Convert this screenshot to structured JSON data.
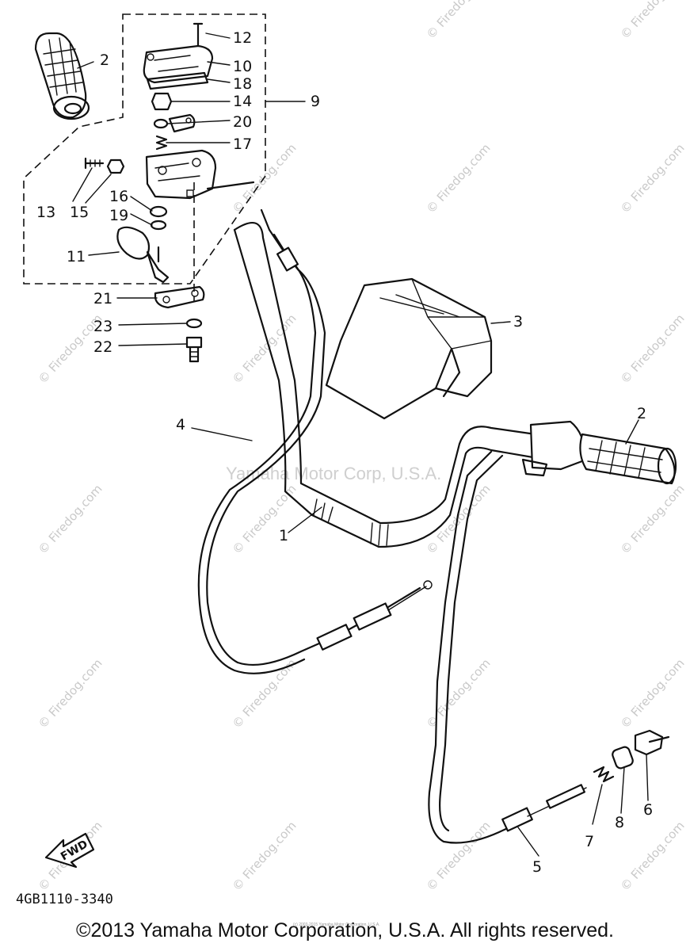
{
  "parts": [
    {
      "ref": "1",
      "label": "1"
    },
    {
      "ref": "2",
      "label": "2"
    },
    {
      "ref": "3",
      "label": "3"
    },
    {
      "ref": "4",
      "label": "4"
    },
    {
      "ref": "5",
      "label": "5"
    },
    {
      "ref": "6",
      "label": "6"
    },
    {
      "ref": "7",
      "label": "7"
    },
    {
      "ref": "8",
      "label": "8"
    },
    {
      "ref": "9",
      "label": "9"
    },
    {
      "ref": "10",
      "label": "10"
    },
    {
      "ref": "11",
      "label": "11"
    },
    {
      "ref": "12",
      "label": "12"
    },
    {
      "ref": "13",
      "label": "13"
    },
    {
      "ref": "14",
      "label": "14"
    },
    {
      "ref": "15",
      "label": "15"
    },
    {
      "ref": "16",
      "label": "16"
    },
    {
      "ref": "17",
      "label": "17"
    },
    {
      "ref": "18",
      "label": "18"
    },
    {
      "ref": "19",
      "label": "19"
    },
    {
      "ref": "20",
      "label": "20"
    },
    {
      "ref": "21",
      "label": "21"
    },
    {
      "ref": "22",
      "label": "22"
    },
    {
      "ref": "23",
      "label": "23"
    }
  ],
  "second_grip_label": "2",
  "fwd_label": "FWD",
  "drawing_code": "4GB1110-3340",
  "center_watermark": "Yamaha Motor Corp, U.S.A.",
  "watermark_text": "© Firedog.com",
  "tiny_notice": "(c) 2003-2015 Yamaha Motor Corporation, U.S.A.",
  "copyright": "©2013 Yamaha Motor Corporation, U.S.A. All rights reserved."
}
